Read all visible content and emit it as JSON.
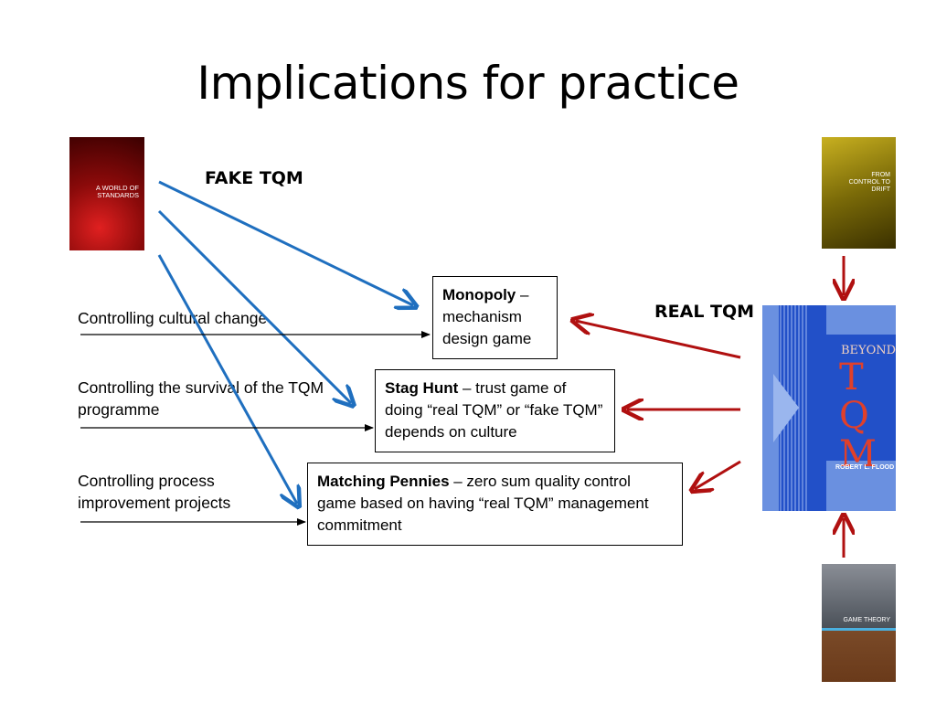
{
  "title": "Implications for practice",
  "fake_label": "FAKE TQM",
  "real_label": "REAL TQM",
  "left_labels": [
    "Controlling cultural change",
    "Controlling the survival of the TQM programme",
    "Controlling process improvement projects"
  ],
  "boxes": [
    {
      "bold": "Monopoly",
      "rest": " – mechanism design game"
    },
    {
      "bold": "Stag Hunt",
      "rest": " – trust game of doing “real TQM” or “fake TQM” depends on culture"
    },
    {
      "bold": "Matching Pennies",
      "rest": " – zero sum quality control game based on having “real TQM” management commitment"
    }
  ],
  "books": {
    "standards": {
      "text": "A WORLD OF STANDARDS"
    },
    "drift": {
      "text": "FROM CONTROL TO DRIFT"
    },
    "tqm": {
      "top": "BEYOND",
      "main": "TQM",
      "author": "ROBERT L. FLOOD"
    },
    "game": {
      "text": "GAME THEORY"
    }
  },
  "colors": {
    "blue_arrow": "#1f6fbf",
    "red_arrow": "#b01010"
  }
}
